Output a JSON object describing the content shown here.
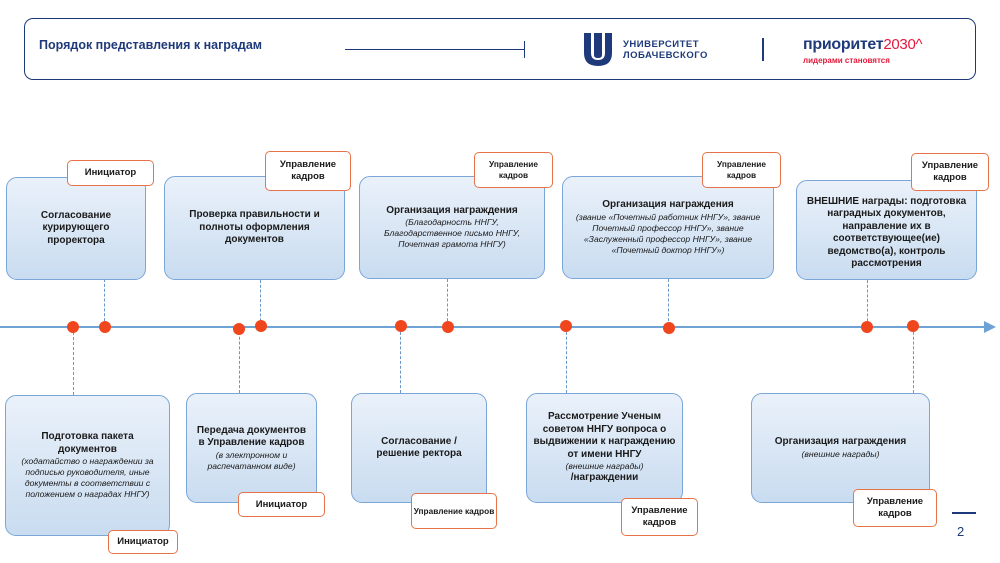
{
  "header": {
    "title": "Порядок представления к наградам",
    "university_line1": "УНИВЕРСИТЕТ",
    "university_line2": "ЛОБАЧЕВСКОГО",
    "priority_word": "приоритет",
    "priority_year": "2030^",
    "priority_slogan": "лидерами становятся"
  },
  "top_boxes": [
    {
      "title": "Согласование курирующего проректора",
      "subtitle": "",
      "tag": "Инициатор"
    },
    {
      "title": "Проверка правильности и полноты оформления документов",
      "subtitle": "",
      "tag": "Управление кадров"
    },
    {
      "title": "Организация награждения",
      "subtitle": "(Благодарность ННГУ, Благодарственное письмо ННГУ, Почетная грамота ННГУ)",
      "tag": "Управление кадров"
    },
    {
      "title": "Организация награждения",
      "subtitle": "(звание «Почетный работник ННГУ», звание Почетный профессор ННГУ», звание «Заслуженный профессор ННГУ», звание «Почетный доктор ННГУ»)",
      "tag": "Управление кадров"
    },
    {
      "title": "ВНЕШНИЕ награды: подготовка наградных документов, направление их в соответствующее(ие) ведомство(а), контроль рассмотрения",
      "subtitle": "",
      "tag": "Управление кадров"
    }
  ],
  "bottom_boxes": [
    {
      "title": "Подготовка пакета документов",
      "subtitle": "(ходатайство о награждении за подписью руководителя, иные документы в соответствии с положением о наградах ННГУ)",
      "tag": "Инициатор"
    },
    {
      "title": "Передача документов в Управление кадров",
      "subtitle": "(в электронном и распечатанном виде)",
      "tag": "Инициатор"
    },
    {
      "title": "Согласование /решение ректора",
      "subtitle": "",
      "tag": "Управление кадров"
    },
    {
      "title": "Рассмотрение Ученым советом ННГУ вопроса о выдвижении к награждению от имени ННГУ",
      "subtitle": "(внешние награды)",
      "title2": "/награждении",
      "tag": "Управление кадров"
    },
    {
      "title": "Организация награждения",
      "subtitle": "(внешние награды)",
      "tag": "Управление кадров"
    }
  ],
  "page_number": "2",
  "colors": {
    "primary": "#1f3a7a",
    "accent": "#e4193b",
    "dot": "#f0461e",
    "axis": "#6fa3d6",
    "tag_border": "#e8734a"
  }
}
